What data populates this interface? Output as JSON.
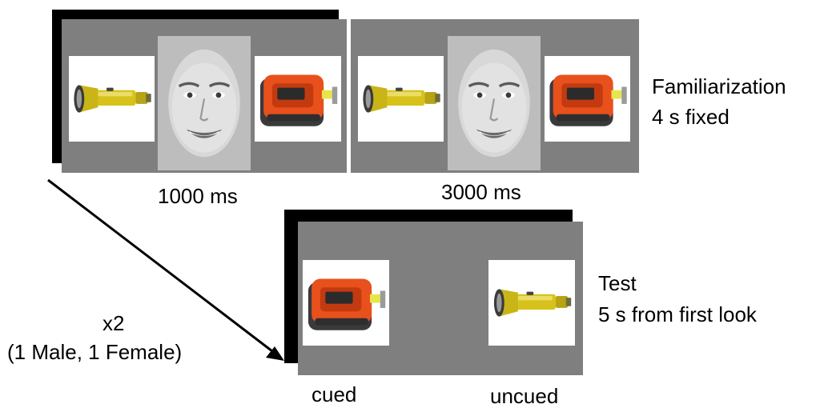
{
  "familiarization": {
    "title": "Familiarization",
    "subtitle": "4 s fixed",
    "frames": [
      {
        "label": "1000 ms",
        "left_object": "flashlight",
        "center": "female face",
        "right_object": "tape measure"
      },
      {
        "label": "3000 ms",
        "left_object": "flashlight",
        "center": "female face",
        "right_object": "tape measure"
      }
    ]
  },
  "test": {
    "title": "Test",
    "subtitle": "5 s from first look",
    "left_label": "cued",
    "right_label": "uncued",
    "left_object": "tape measure",
    "right_object": "flashlight"
  },
  "repeat": {
    "count_label": "x2",
    "detail_label": "(1 Male, 1 Female)"
  },
  "colors": {
    "screen_gray": "#7f7f7f",
    "frame_black": "#000000",
    "flashlight_yellow": "#d6c21a",
    "tape_orange": "#e8501c"
  }
}
